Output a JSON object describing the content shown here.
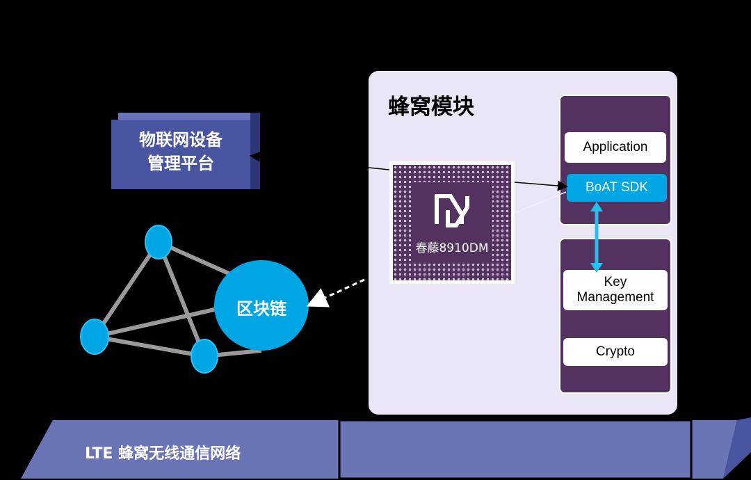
{
  "platform": {
    "line1": "物联网设备",
    "line2": "管理平台"
  },
  "module": {
    "title": "蜂窝模块"
  },
  "chip": {
    "label": "春藤8910DM",
    "logo_icon": "n-monogram-logo"
  },
  "stack": {
    "application": "Application",
    "sdk": "BoAT SDK",
    "key_line1": "Key",
    "key_line2": "Management",
    "crypto": "Crypto"
  },
  "blockchain": {
    "label": "区块链"
  },
  "network": {
    "label": "LTE 蜂窝无线通信网络"
  },
  "colors": {
    "background": "#000000",
    "platform_blue": "#4a55a2",
    "module_panel": "#ebe6f6",
    "chip_purple": "#53325f",
    "accent_cyan": "#00a7e4",
    "network_band": "#6b75b5",
    "edge_gray": "#9a9a9a"
  }
}
